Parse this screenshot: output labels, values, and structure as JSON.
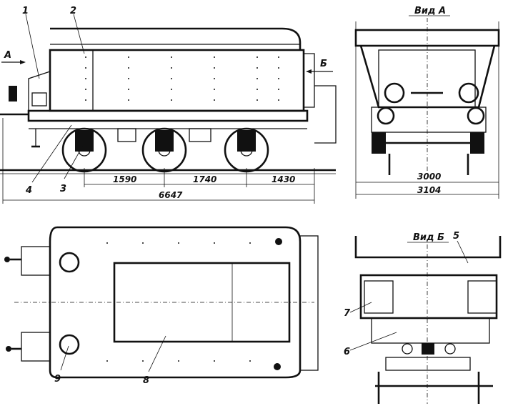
{
  "views": {
    "side": {
      "dimensions": [
        "1590",
        "1740",
        "1430",
        "6647"
      ],
      "callouts": [
        "1",
        "2",
        "3",
        "4"
      ],
      "arrows": [
        "A",
        "Б"
      ]
    },
    "view_a": {
      "title": "Вид А",
      "dimensions": [
        "3000",
        "3104"
      ]
    },
    "top": {
      "callouts": [
        "8",
        "9"
      ]
    },
    "view_b": {
      "title": "Вид Б",
      "callouts": [
        "5",
        "6",
        "7"
      ]
    }
  }
}
